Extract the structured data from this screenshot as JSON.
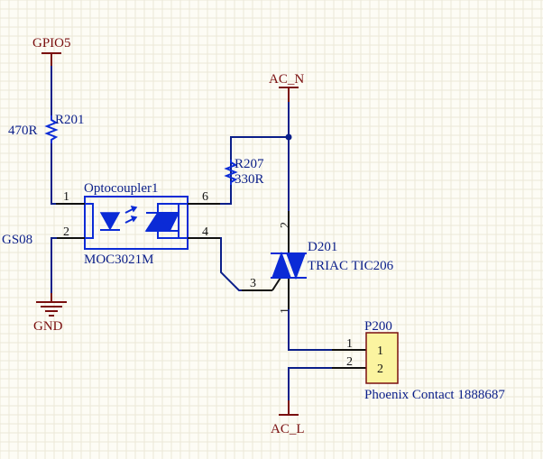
{
  "colors": {
    "wire": "#0b1f8a",
    "component": "#0b2bd6",
    "power_label": "#7a0f0f",
    "connector_fill": "#fbf4a0",
    "background": "#fdfcf5"
  },
  "power": {
    "gpio5": "GPIO5",
    "ac_n": "AC_N",
    "ac_l": "AC_L",
    "gnd": "GND",
    "gs08": "GS08"
  },
  "r201": {
    "designator": "R201",
    "value": "470R"
  },
  "r207": {
    "designator": "R207",
    "value": "330R"
  },
  "optocoupler": {
    "designator": "Optocoupler1",
    "part": "MOC3021M",
    "pins": {
      "p1": "1",
      "p2": "2",
      "p4": "4",
      "p6": "6"
    }
  },
  "triac": {
    "designator": "D201",
    "part": "TRIAC TIC206",
    "pins": {
      "p1": "1",
      "p2": "2",
      "p3": "3"
    }
  },
  "connector": {
    "designator": "P200",
    "part": "Phoenix Contact 1888687",
    "pin_numbers": [
      "1",
      "2"
    ],
    "pin_labels": [
      "1",
      "2"
    ]
  }
}
